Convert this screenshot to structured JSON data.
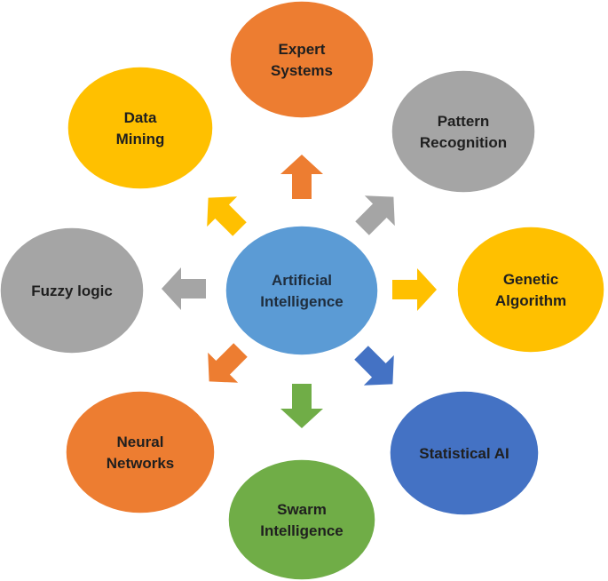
{
  "center": {
    "lines": [
      "Artificial",
      "Intelligence"
    ],
    "fill": "#5B9BD5",
    "text_color": "#1F2D3D"
  },
  "nodes": [
    {
      "id": "expert-systems",
      "lines": [
        "Expert",
        "Systems"
      ],
      "fill": "#ED7D31",
      "arrow_fill": "#ED7D31",
      "text_color": "#1F1F1F"
    },
    {
      "id": "pattern-recognition",
      "lines": [
        "Pattern",
        "Recognition"
      ],
      "fill": "#A5A5A5",
      "arrow_fill": "#A5A5A5",
      "text_color": "#1F1F1F"
    },
    {
      "id": "genetic-algorithm",
      "lines": [
        "Genetic",
        "Algorithm"
      ],
      "fill": "#FFC000",
      "arrow_fill": "#FFC000",
      "text_color": "#1F1F1F"
    },
    {
      "id": "statistical-ai",
      "lines": [
        "Statistical AI"
      ],
      "fill": "#4472C4",
      "arrow_fill": "#4472C4",
      "text_color": "#1F1F1F"
    },
    {
      "id": "swarm-intelligence",
      "lines": [
        "Swarm",
        "Intelligence"
      ],
      "fill": "#70AD47",
      "arrow_fill": "#70AD47",
      "text_color": "#1F1F1F"
    },
    {
      "id": "neural-networks",
      "lines": [
        "Neural",
        "Networks"
      ],
      "fill": "#ED7D31",
      "arrow_fill": "#ED7D31",
      "text_color": "#1F1F1F"
    },
    {
      "id": "fuzzy-logic",
      "lines": [
        "Fuzzy logic"
      ],
      "fill": "#A5A5A5",
      "arrow_fill": "#A5A5A5",
      "text_color": "#1F1F1F"
    },
    {
      "id": "data-mining",
      "lines": [
        "Data",
        "Mining"
      ],
      "fill": "#FFC000",
      "arrow_fill": "#FFC000",
      "text_color": "#1F1F1F"
    }
  ]
}
